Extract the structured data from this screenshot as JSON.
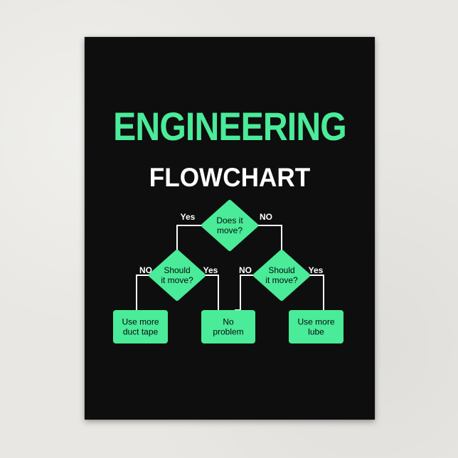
{
  "title": "ENGINEERING",
  "subtitle": "FLOWCHART",
  "colors": {
    "background": "#0e0e0e",
    "accent": "#4aeb99",
    "line": "#ffffff",
    "wall": "#e8e7e3"
  },
  "nodes": [
    {
      "id": "q1",
      "kind": "decision",
      "lines": [
        "Does it",
        "move?"
      ]
    },
    {
      "id": "q2",
      "kind": "decision",
      "lines": [
        "Should",
        "it move?"
      ]
    },
    {
      "id": "q3",
      "kind": "decision",
      "lines": [
        "Should",
        "it move?"
      ]
    },
    {
      "id": "r1",
      "kind": "result",
      "lines": [
        "Use more",
        "duct tape"
      ]
    },
    {
      "id": "r2",
      "kind": "result",
      "lines": [
        "No",
        "problem"
      ]
    },
    {
      "id": "r3",
      "kind": "result",
      "lines": [
        "Use more",
        "lube"
      ]
    }
  ],
  "edges": [
    {
      "from": "q1",
      "to": "q2",
      "label": "Yes"
    },
    {
      "from": "q1",
      "to": "q3",
      "label": "NO"
    },
    {
      "from": "q2",
      "to": "r1",
      "label": "NO"
    },
    {
      "from": "q2",
      "to": "r2",
      "label": "Yes"
    },
    {
      "from": "q3",
      "to": "r2",
      "label": "NO"
    },
    {
      "from": "q3",
      "to": "r3",
      "label": "Yes"
    }
  ]
}
